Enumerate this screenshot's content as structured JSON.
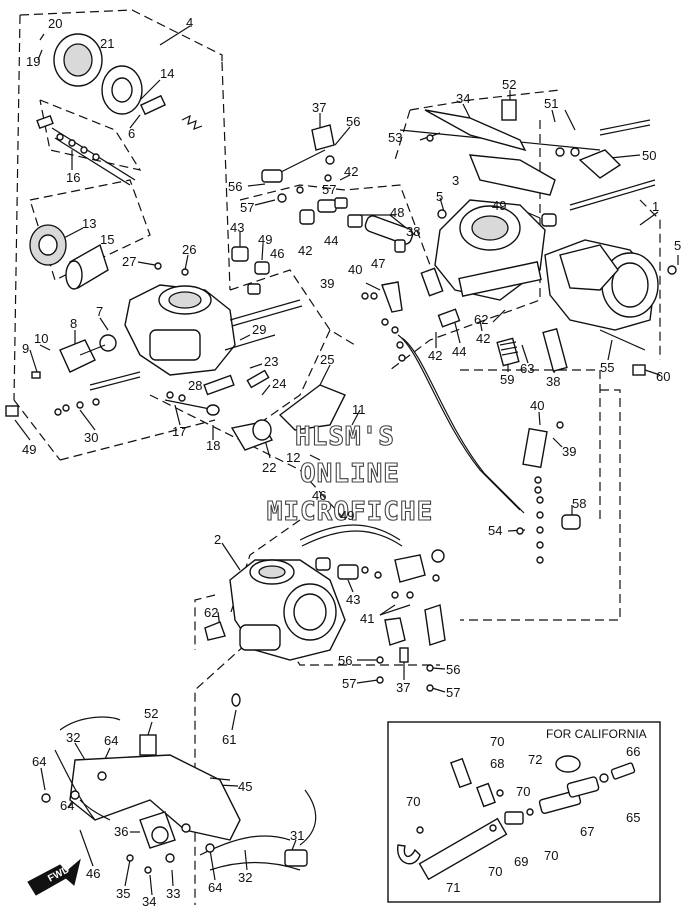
{
  "watermark": {
    "line1": "HLSM'S",
    "line2": "ONLINE",
    "line3": "MICROFICHE"
  },
  "california_box": {
    "title": "FOR CALIFORNIA"
  },
  "fwd_arrow": {
    "label": "FWD"
  },
  "callouts": {
    "c4": "4",
    "c20": "20",
    "c19": "19",
    "c21": "21",
    "c14": "14",
    "c6": "6",
    "c16": "16",
    "c13": "13",
    "c15": "15",
    "c26": "26",
    "c27": "27",
    "c43a": "43",
    "c49a": "49",
    "c46a": "46",
    "c37a": "37",
    "c56a": "56",
    "c56b": "56",
    "c57a": "57",
    "c57b": "57",
    "c42a": "42",
    "c42b": "42",
    "c44a": "44",
    "c48": "48",
    "c47": "47",
    "c38a": "38",
    "c40a": "40",
    "c39a": "39",
    "c34a": "34",
    "c52a": "52",
    "c51": "51",
    "c53": "53",
    "c50": "50",
    "c3": "3",
    "c5a": "5",
    "c49b": "49",
    "c1": "1",
    "c5b": "5",
    "c9": "9",
    "c10": "10",
    "c8": "8",
    "c7": "7",
    "c29": "29",
    "c23": "23",
    "c25": "25",
    "c28": "28",
    "c24": "24",
    "c11": "11",
    "c12": "12",
    "c22": "22",
    "c18": "18",
    "c17": "17",
    "c30": "30",
    "c49c": "49",
    "c42c": "42",
    "c44b": "44",
    "c62a": "62",
    "c42d": "42",
    "c59": "59",
    "c63": "63",
    "c38b": "38",
    "c55": "55",
    "c60": "60",
    "c40b": "40",
    "c39b": "39",
    "c46b": "46",
    "c49d": "49",
    "c58": "58",
    "c54": "54",
    "c2": "2",
    "c43b": "43",
    "c41": "41",
    "c62b": "62",
    "c56c": "56",
    "c57c": "57",
    "c37b": "37",
    "c56d": "56",
    "c57d": "57",
    "c61": "61",
    "c52b": "52",
    "c64a": "64",
    "c32a": "32",
    "c64b": "64",
    "c64c": "64",
    "c45": "45",
    "c36": "36",
    "c46c": "46",
    "c35": "35",
    "c34b": "34",
    "c33": "33",
    "c64d": "64",
    "c32b": "32",
    "c31": "31",
    "c70a": "70",
    "c68": "68",
    "c72": "72",
    "c66": "66",
    "c70b": "70",
    "c70c": "70",
    "c67": "67",
    "c65": "65",
    "c69": "69",
    "c70d": "70",
    "c71": "71"
  }
}
